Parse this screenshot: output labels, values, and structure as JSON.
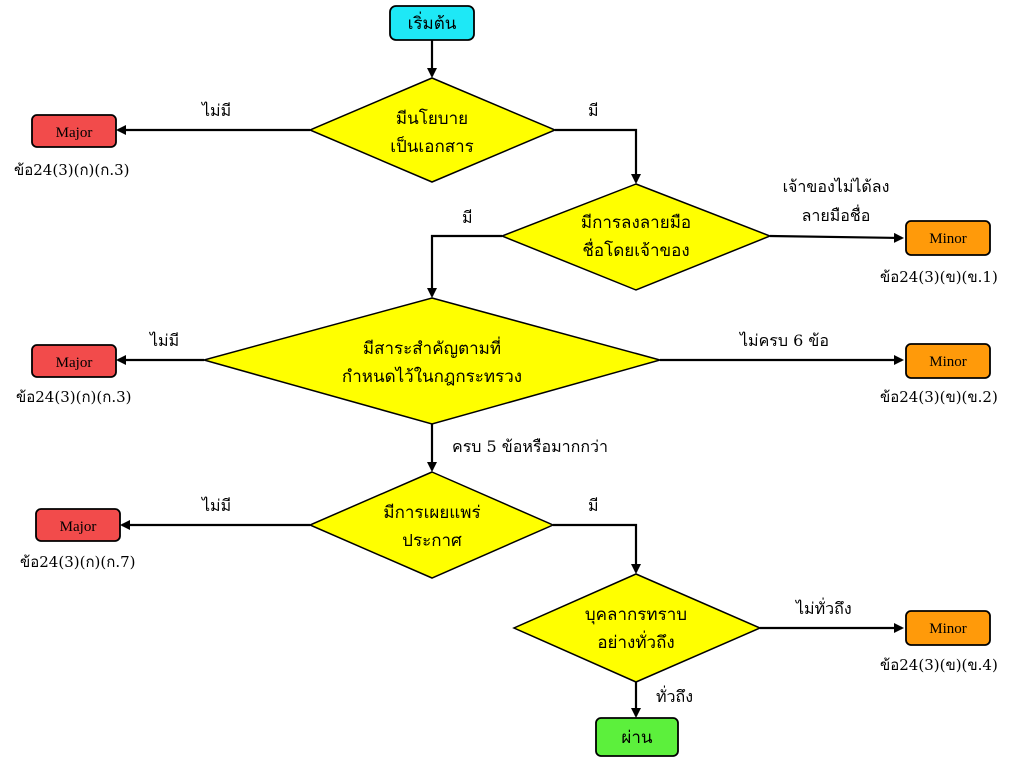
{
  "colors": {
    "start": "#1ee8f6",
    "decision": "#ffff00",
    "major": "#f24b4b",
    "minor": "#ff9a0a",
    "pass": "#5cf03c",
    "line": "#000000"
  },
  "nodes": {
    "start": "เริ่มต้น",
    "d1": [
      "มีนโยบาย",
      "เป็นเอกสาร"
    ],
    "d2": [
      "มีการลงลายมือ",
      "ชื่อโดยเจ้าของ"
    ],
    "d3": [
      "มีสาระสำคัญตามที่",
      "กำหนดไว้ในกฎกระทรวง"
    ],
    "d4": [
      "มีการเผยแพร่",
      "ประกาศ"
    ],
    "d5": [
      "บุคลากรทราบ",
      "อย่างทั่วถึง"
    ],
    "pass": "ผ่าน"
  },
  "outcomes": {
    "major1": {
      "label": "Major",
      "ref": "ข้อ24(3)(ก)(ก.3)"
    },
    "minor1": {
      "label": "Minor",
      "ref": "ข้อ24(3)(ข)(ข.1)"
    },
    "major2": {
      "label": "Major",
      "ref": "ข้อ24(3)(ก)(ก.3)"
    },
    "minor2": {
      "label": "Minor",
      "ref": "ข้อ24(3)(ข)(ข.2)"
    },
    "major3": {
      "label": "Major",
      "ref": "ข้อ24(3)(ก)(ก.7)"
    },
    "minor3": {
      "label": "Minor",
      "ref": "ข้อ24(3)(ข)(ข.4)"
    }
  },
  "edges": {
    "d1_no": "ไม่มี",
    "d1_yes": "มี",
    "d2_yes": "มี",
    "d2_no": [
      "เจ้าของไม่ได้ลง",
      "ลายมือชื่อ"
    ],
    "d3_no": "ไม่มี",
    "d3_partial": "ไม่ครบ 6 ข้อ",
    "d3_yes": "ครบ 5 ข้อหรือมากกว่า",
    "d4_no": "ไม่มี",
    "d4_yes": "มี",
    "d5_no": "ไม่ทั่วถึง",
    "d5_yes": "ทั่วถึง"
  }
}
